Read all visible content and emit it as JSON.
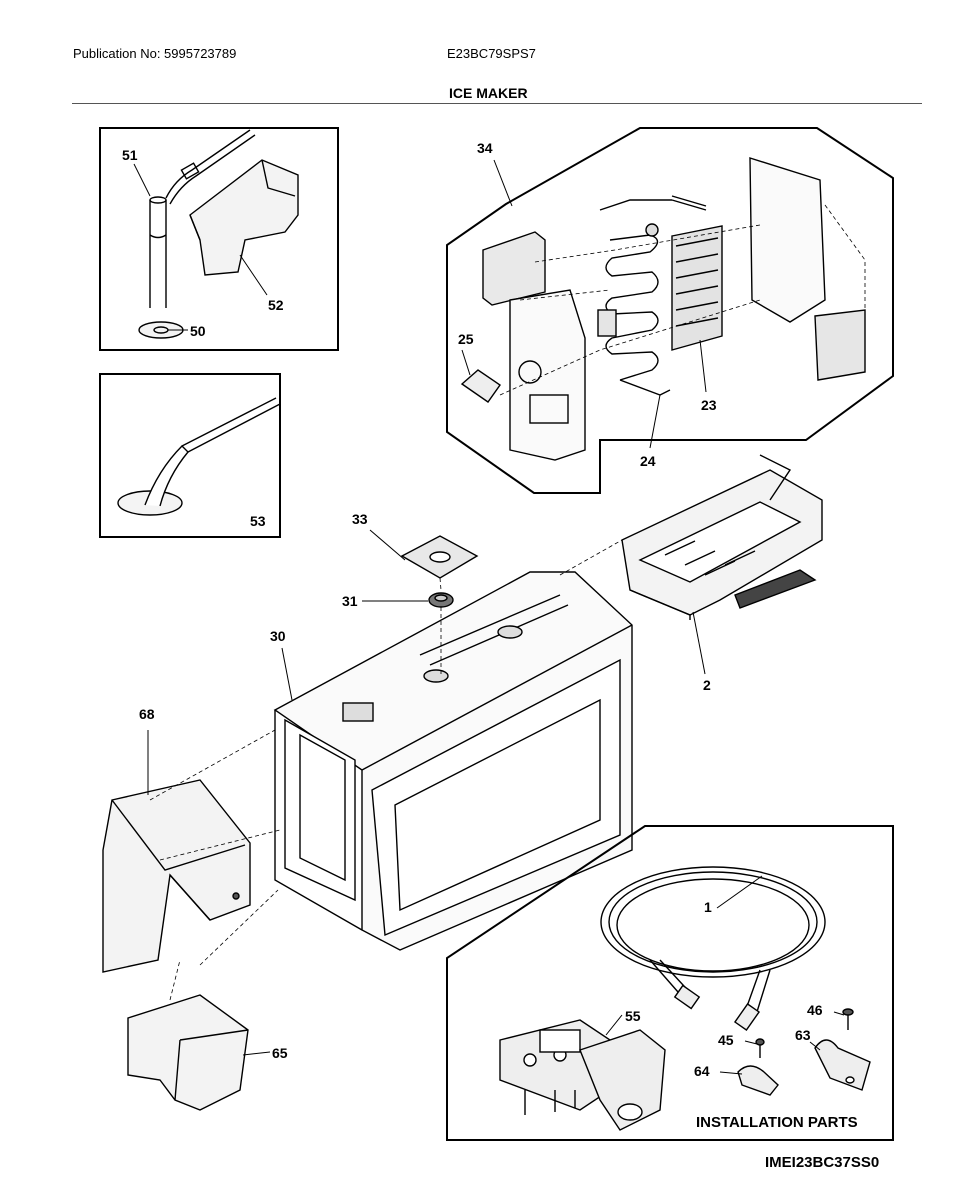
{
  "header": {
    "publication": "Publication No: 5995723789",
    "model": "E23BC79SPS7",
    "section_title": "ICE MAKER"
  },
  "diagram_code": "IMEI23BC37SS0",
  "installation_label": "INSTALLATION PARTS",
  "callouts": [
    "51",
    "52",
    "50",
    "53",
    "34",
    "25",
    "23",
    "24",
    "33",
    "31",
    "30",
    "2",
    "68",
    "65",
    "1",
    "55",
    "46",
    "45",
    "63",
    "64"
  ]
}
